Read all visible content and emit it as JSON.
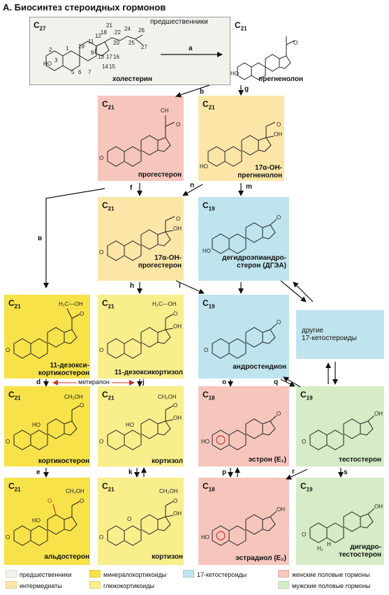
{
  "title": "А. Биосинтез стероидных гормонов",
  "precursors_label": "предшественники",
  "colors": {
    "precursor": "#f3f1ec",
    "intermediate": "#fbe6a8",
    "mineralocorticoid": "#f7e24a",
    "glucocorticoid": "#f9ee8c",
    "ketosteroid": "#bfe4ee",
    "female": "#f6c6bd",
    "male": "#d5ecc6"
  },
  "molecules": {
    "cholesterol": {
      "c": "C",
      "n": "27",
      "name": "холестерин"
    },
    "pregnenolone": {
      "c": "C",
      "n": "21",
      "name": "прегненолон"
    },
    "progesterone": {
      "c": "C",
      "n": "21",
      "name": "прогестерон"
    },
    "oh17_pregnenolone": {
      "c": "C",
      "n": "21",
      "name": "17α-OH-\nпрегненолон"
    },
    "oh17_progesterone": {
      "c": "C",
      "n": "21",
      "name": "17α-OH-\nпрогестерон"
    },
    "dhea": {
      "c": "C",
      "n": "19",
      "name": "дегидроэпиандро-\nстерон (ДГЭА)"
    },
    "deoxycorticosterone": {
      "c": "C",
      "n": "21",
      "name": "11-дезокси-\nкортикостерон"
    },
    "deoxycortisol": {
      "c": "C",
      "n": "21",
      "name": "11-дезоксикортизол"
    },
    "androstenedione": {
      "c": "C",
      "n": "19",
      "name": "андростендион"
    },
    "other_ketosteroids": {
      "name": "другие\n17-кетостероиды"
    },
    "corticosterone": {
      "c": "C",
      "n": "21",
      "name": "кортикостерон"
    },
    "cortisol": {
      "c": "C",
      "n": "21",
      "name": "кортизол"
    },
    "estrone": {
      "c": "C",
      "n": "18",
      "name": "эстрон (E₁)"
    },
    "testosterone": {
      "c": "C",
      "n": "19",
      "name": "тестостерон"
    },
    "aldosterone": {
      "c": "C",
      "n": "21",
      "name": "альдостерон"
    },
    "cortisone": {
      "c": "C",
      "n": "21",
      "name": "кортизон"
    },
    "estradiol": {
      "c": "C",
      "n": "18",
      "name": "эстрадиол (E₂)"
    },
    "dihydrotestosterone": {
      "c": "C",
      "n": "19",
      "name": "дигидро-\nтестостерон"
    }
  },
  "enzymes": {
    "a": "a",
    "b": "b",
    "g": "g",
    "f": "f",
    "n": "n",
    "m": "m",
    "v": "в",
    "h": "h",
    "l": "l",
    "d": "d",
    "j": "j",
    "o": "o",
    "q": "q",
    "e": "e",
    "k": "k",
    "p": "p",
    "r": "r",
    "s": "s"
  },
  "metyrapone": "метирапон",
  "legend": {
    "precursor": "предшественники",
    "intermediate": "интермедиаты",
    "mineralocorticoid": "минералокортикоиды",
    "glucocorticoid": "глюкокортикоиды",
    "ketosteroid": "17-кетостероиды",
    "female": "женские половые гормоны",
    "male": "мужские половые гормоны"
  }
}
